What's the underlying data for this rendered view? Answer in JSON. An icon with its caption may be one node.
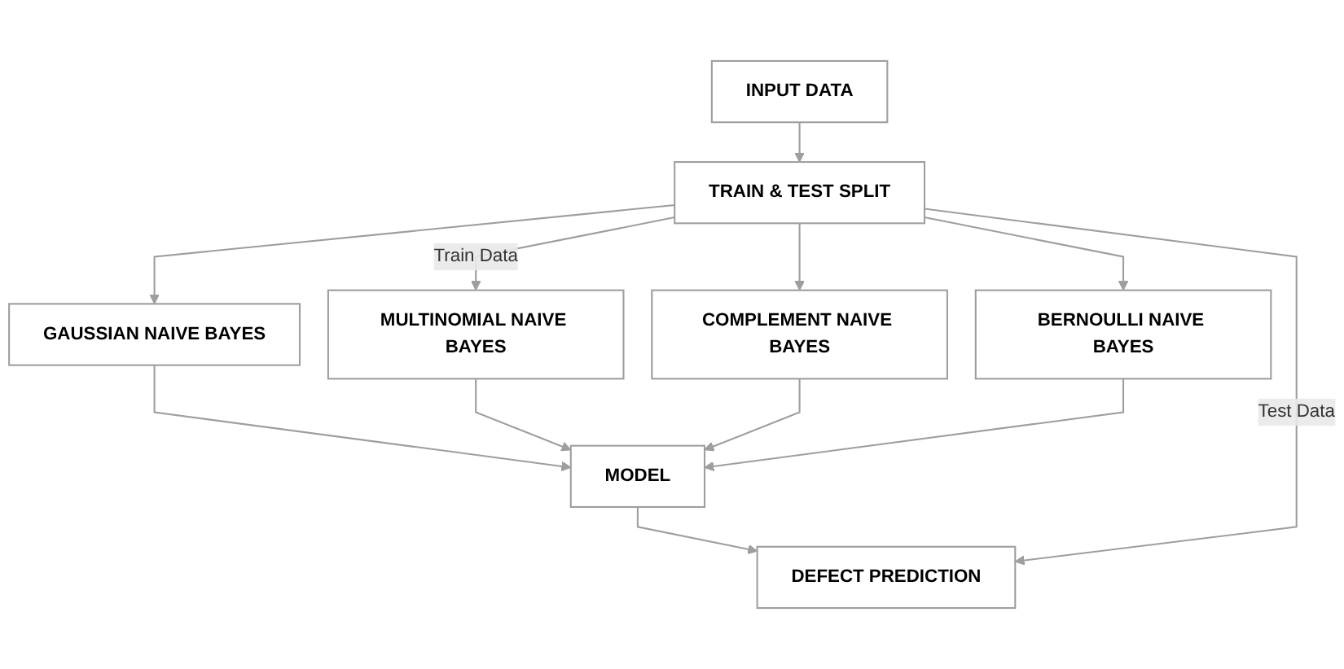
{
  "diagram": {
    "nodes": [
      {
        "text": [
          "INPUT DATA"
        ]
      },
      {
        "text": [
          "TRAIN & TEST SPLIT"
        ]
      },
      {
        "text": [
          "GAUSSIAN NAIVE BAYES"
        ]
      },
      {
        "text": [
          "MULTINOMIAL NAIVE BAYES"
        ]
      },
      {
        "text": [
          "COMPLEMENT NAIVE BAYES"
        ]
      },
      {
        "text": [
          "BERNOULLI NAIVE BAYES"
        ]
      },
      {
        "text": [
          "MODEL"
        ]
      },
      {
        "text": [
          "DEFECT PREDICTION"
        ]
      }
    ],
    "edges": [
      {
        "from": 0,
        "to": 1,
        "arrow": "to"
      },
      {
        "from": 1,
        "to": 2,
        "arrow": "to"
      },
      {
        "from": 1,
        "to": 3,
        "arrow": "to",
        "label": "Train Data"
      },
      {
        "from": 1,
        "to": 4,
        "arrow": "to"
      },
      {
        "from": 1,
        "to": 5,
        "arrow": "to"
      },
      {
        "from": 2,
        "to": 6,
        "arrow": "to"
      },
      {
        "from": 3,
        "to": 6,
        "arrow": "to"
      },
      {
        "from": 4,
        "to": 6,
        "arrow": "to"
      },
      {
        "from": 5,
        "to": 6,
        "arrow": "to"
      },
      {
        "from": 6,
        "to": 7,
        "arrow": "to"
      },
      {
        "from": 1,
        "to": 7,
        "arrow": "to",
        "label": "Test Data"
      }
    ]
  }
}
